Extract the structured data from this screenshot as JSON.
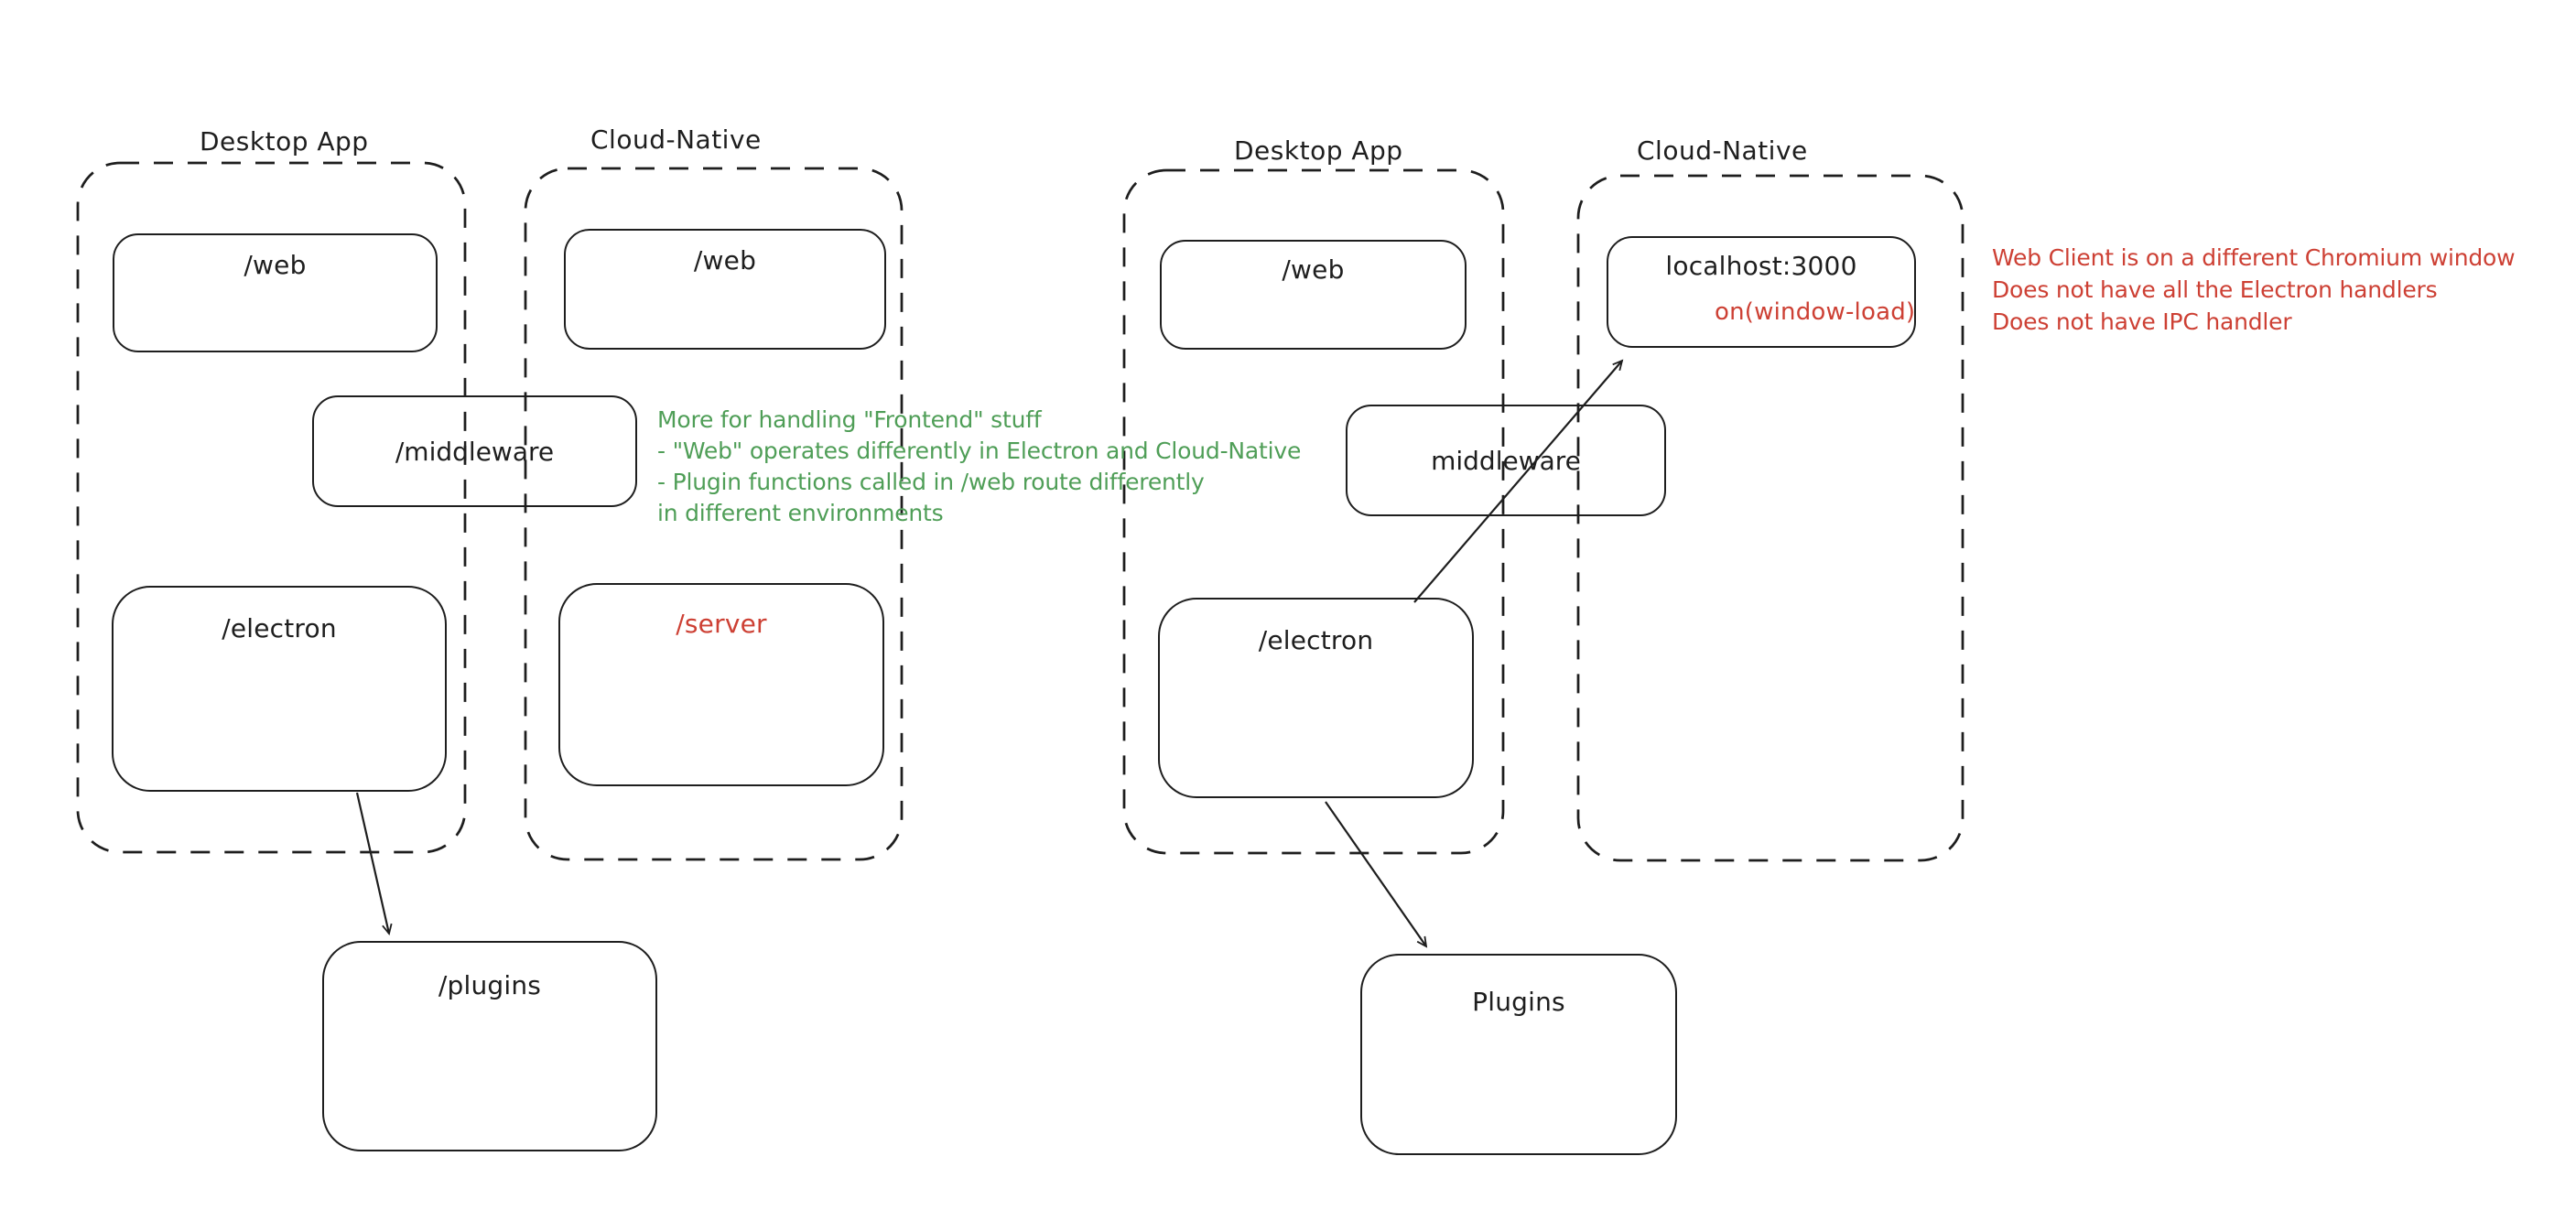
{
  "colors": {
    "ink": "#1e1e1e",
    "green": "#4f9e57",
    "red": "#cd4034",
    "background": "#ffffff"
  },
  "left": {
    "desktop": {
      "title": "Desktop App",
      "web_label": "/web",
      "electron_label": "/electron"
    },
    "cloud": {
      "title": "Cloud-Native",
      "web_label": "/web",
      "server_label": "/server"
    },
    "middleware_label": "/middleware",
    "plugins_label": "/plugins",
    "green_note": {
      "line1": "More for handling \"Frontend\" stuff",
      "line2": "- \"Web\" operates differently in Electron and Cloud-Native",
      "line3": "- Plugin functions called in /web route differently",
      "line4": "in different environments"
    }
  },
  "right": {
    "desktop": {
      "title": "Desktop App",
      "web_label": "/web",
      "electron_label": "/electron"
    },
    "cloud": {
      "title": "Cloud-Native",
      "localhost_label": "localhost:3000",
      "handler_label": "on(window-load)"
    },
    "middleware_label": "middleware",
    "plugins_label": "Plugins",
    "red_note": {
      "line1": "Web Client is on a different Chromium window",
      "line2": "Does not have all the Electron handlers",
      "line3": "Does not have IPC handler"
    }
  }
}
